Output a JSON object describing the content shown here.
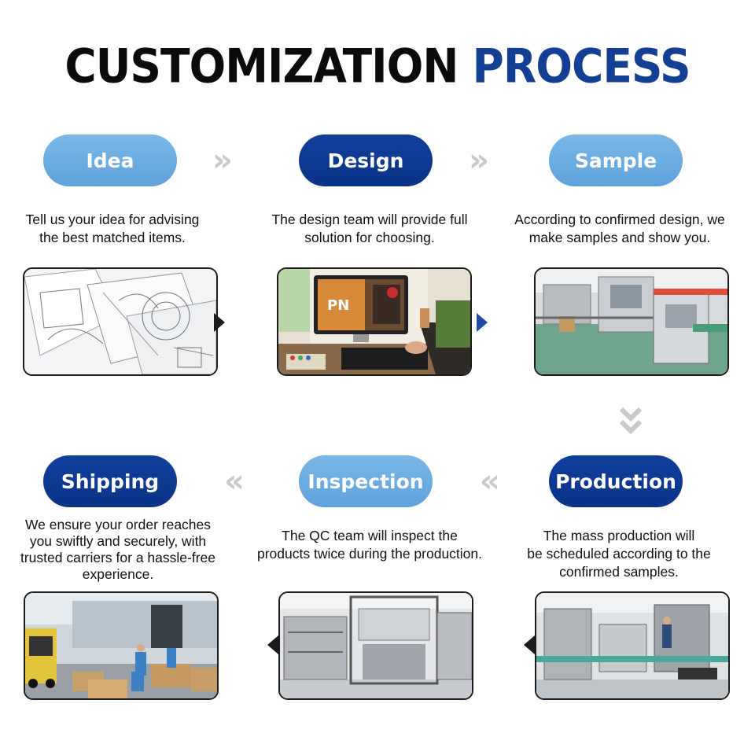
{
  "title": {
    "part1": "CUSTOMIZATION",
    "part2": "PROCESS"
  },
  "steps": [
    {
      "label": "Idea",
      "desc_lines": [
        "Tell us your idea for advising",
        "the best matched items."
      ]
    },
    {
      "label": "Design",
      "desc_lines": [
        "The design team will provide full",
        "solution for choosing."
      ]
    },
    {
      "label": "Sample",
      "desc_lines": [
        "According to confirmed design, we",
        "make samples and show you."
      ]
    },
    {
      "label": "Production",
      "desc_lines": [
        "The mass production will",
        "be scheduled according to the",
        "confirmed samples."
      ]
    },
    {
      "label": "Inspection",
      "desc_lines": [
        "The QC team will inspect the",
        "products twice during the production."
      ]
    },
    {
      "label": "Shipping",
      "desc_lines": [
        "We ensure your order reaches",
        "you swiftly and securely, with",
        "trusted carriers for a hassle-free",
        "experience."
      ]
    }
  ],
  "icons": {
    "arrow_right": "double-chevron-right-icon",
    "arrow_left": "double-chevron-left-icon",
    "arrow_down": "double-chevron-down-icon"
  },
  "colors": {
    "dark_blue": "#103f9c",
    "light_blue": "#6aabe0",
    "arrow_gray": "#c7c9cc"
  }
}
